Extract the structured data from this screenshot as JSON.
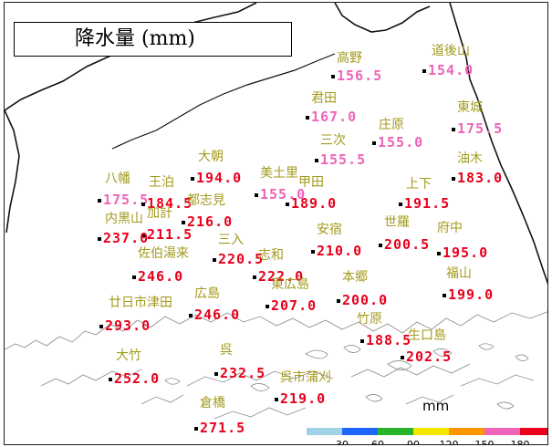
{
  "title": "降水量 (mm)",
  "colors": {
    "pink": "#ee64b8",
    "red": "#e8001c",
    "name": "#a39a1d",
    "land": "#ffffff",
    "sea": "#ffffff",
    "coast": "#8c8c8c",
    "border": "#111111"
  },
  "stations": [
    {
      "name": "高野",
      "value": "156.5",
      "band": "pink"
    },
    {
      "name": "道後山",
      "value": "154.0",
      "band": "pink"
    },
    {
      "name": "君田",
      "value": "167.0",
      "band": "pink"
    },
    {
      "name": "庄原",
      "value": "155.0",
      "band": "pink"
    },
    {
      "name": "東城",
      "value": "175.5",
      "band": "pink"
    },
    {
      "name": "三次",
      "value": "155.5",
      "band": "pink"
    },
    {
      "name": "油木",
      "value": "183.0",
      "band": "red"
    },
    {
      "name": "大朝",
      "value": "194.0",
      "band": "red"
    },
    {
      "name": "美土里",
      "value": "155.0",
      "band": "pink"
    },
    {
      "name": "甲田",
      "value": "189.0",
      "band": "red"
    },
    {
      "name": "上下",
      "value": "191.5",
      "band": "red"
    },
    {
      "name": "八幡",
      "value": "175.5",
      "band": "pink"
    },
    {
      "name": "王泊",
      "value": "184.5",
      "band": "red"
    },
    {
      "name": "都志見",
      "value": "216.0",
      "band": "red"
    },
    {
      "name": "加計",
      "value": "211.5",
      "band": "red"
    },
    {
      "name": "内黒山",
      "value": "237.0",
      "band": "red"
    },
    {
      "name": "安宿",
      "value": "210.0",
      "band": "red"
    },
    {
      "name": "世羅",
      "value": "200.5",
      "band": "red"
    },
    {
      "name": "府中",
      "value": "195.0",
      "band": "red"
    },
    {
      "name": "三入",
      "value": "220.5",
      "band": "red"
    },
    {
      "name": "志和",
      "value": "222.0",
      "band": "red"
    },
    {
      "name": "佐伯湯来",
      "value": "246.0",
      "band": "red"
    },
    {
      "name": "東広島",
      "value": "207.0",
      "band": "red"
    },
    {
      "name": "本郷",
      "value": "200.0",
      "band": "red"
    },
    {
      "name": "福山",
      "value": "199.0",
      "band": "red"
    },
    {
      "name": "廿日市津田",
      "value": "293.0",
      "band": "red"
    },
    {
      "name": "広島",
      "value": "246.0",
      "band": "red"
    },
    {
      "name": "竹原",
      "value": "188.5",
      "band": "red"
    },
    {
      "name": "生口島",
      "value": "202.5",
      "band": "red"
    },
    {
      "name": "大竹",
      "value": "252.0",
      "band": "red"
    },
    {
      "name": "呉",
      "value": "232.5",
      "band": "red"
    },
    {
      "name": "呉市蒲刈",
      "value": "219.0",
      "band": "red"
    },
    {
      "name": "倉橋",
      "value": "271.5",
      "band": "red"
    }
  ],
  "legend": {
    "unit": "mm",
    "ticks": [
      "30",
      "60",
      "90",
      "120",
      "150",
      "180"
    ],
    "colors": [
      "#a0d2e6",
      "#1e64ff",
      "#28b428",
      "#f5e600",
      "#ff9600",
      "#ee64b8",
      "#e8001c"
    ]
  }
}
